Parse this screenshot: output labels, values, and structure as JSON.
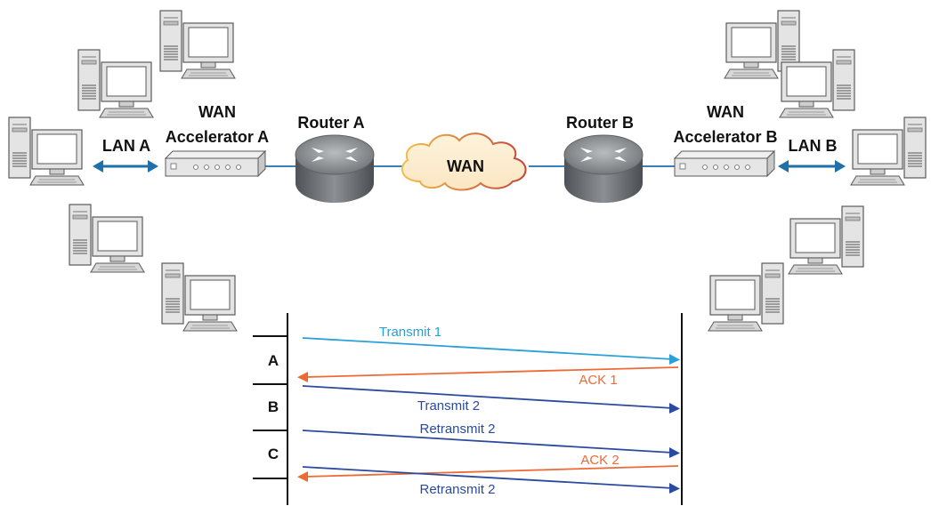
{
  "labels": {
    "wan_acc_a_line1": "WAN",
    "wan_acc_a_line2": "Accelerator A",
    "router_a": "Router A",
    "wan": "WAN",
    "router_b": "Router B",
    "wan_acc_b_line1": "WAN",
    "wan_acc_b_line2": "Accelerator B",
    "lan_a": "LAN A",
    "lan_b": "LAN B"
  },
  "sequence": {
    "rows": [
      "A",
      "B",
      "C"
    ],
    "messages": [
      {
        "label": "Transmit 1",
        "direction": "right",
        "color": "#2aa0d8"
      },
      {
        "label": "ACK 1",
        "direction": "left",
        "color": "#ee6a35"
      },
      {
        "label": "Transmit 2",
        "direction": "right",
        "color": "#2a4aa0"
      },
      {
        "label": "Retransmit 2",
        "direction": "right",
        "color": "#2a4aa0"
      },
      {
        "label": "ACK 2",
        "direction": "left",
        "color": "#ee6a35"
      },
      {
        "label": "Retransmit 2",
        "direction": "right",
        "color": "#2a4aa0"
      }
    ]
  },
  "colors": {
    "lan_arrow": "#1f6fa8",
    "link_line": "#3a7fb5",
    "router_body": "#7d8184",
    "cloud_outline_left": "#f2c14a",
    "cloud_outline_right": "#c4423a"
  },
  "icons": [
    "desktop-computer-icon",
    "router-icon",
    "wan-accelerator-icon",
    "cloud-icon"
  ]
}
